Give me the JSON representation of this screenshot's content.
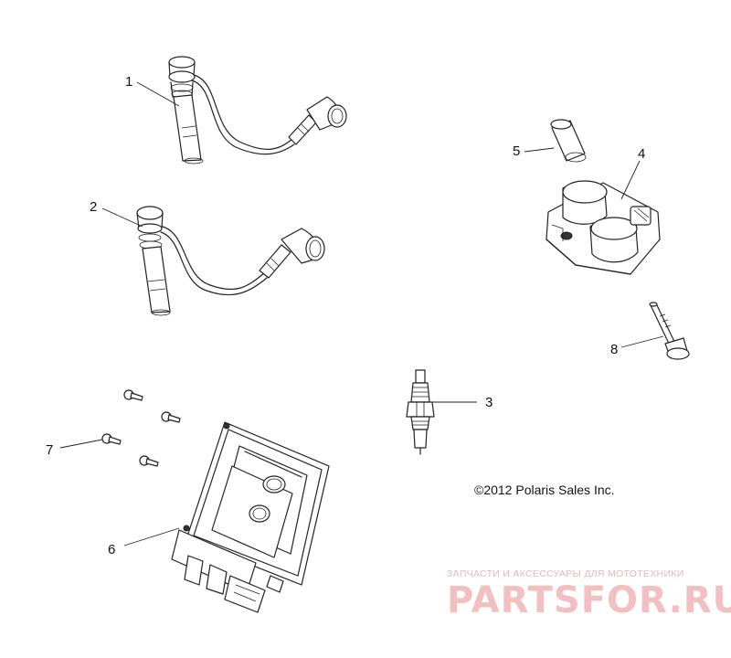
{
  "callouts": {
    "c1": "1",
    "c2": "2",
    "c3": "3",
    "c4": "4",
    "c5": "5",
    "c6": "6",
    "c7": "7",
    "c8": "8"
  },
  "copyright": "©2012 Polaris Sales Inc.",
  "watermark": {
    "tagline": "ЗАПЧАСТИ И АКСЕССУАРЫ ДЛЯ МОТОТЕХНИКИ",
    "logo": "PARTSFOR.RU",
    "color": "#f2c0c0"
  },
  "colors": {
    "line": "#222222",
    "background": "#ffffff"
  }
}
